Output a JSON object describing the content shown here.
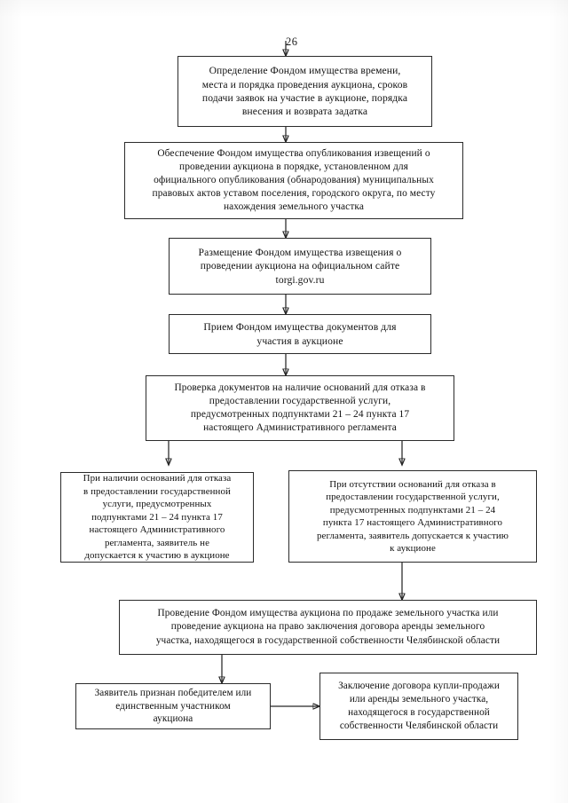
{
  "document": {
    "page_number": "26",
    "type": "administrative-regulation-flowchart"
  },
  "nodes": {
    "n1": {
      "label": "Определение Фондом имущества времени,\nместа и порядка проведения аукциона, сроков\nподачи заявок на участие в аукционе, порядка\nвнесения и возврата задатка"
    },
    "n2": {
      "label": "Обеспечение Фондом имущества опубликования извещений о\nпроведении аукциона в порядке, установленном для\nофициального опубликования (обнародования) муниципальных\nправовых актов уставом поселения, городского округа, по месту\nнахождения земельного участка"
    },
    "n3": {
      "label": "Размещение Фондом имущества извещения о\nпроведении аукциона на официальном сайте\ntorgi.gov.ru"
    },
    "n4": {
      "label": "Прием Фондом имущества документов для\nучастия в аукционе"
    },
    "n5": {
      "label": "Проверка документов на наличие оснований для отказа в\nпредоставлении государственной услуги,\nпредусмотренных подпунктами 21 – 24 пункта 17\nнастоящего Административного регламента"
    },
    "n6": {
      "label": "При наличии оснований для отказа\nв предоставлении государственной\nуслуги, предусмотренных\nподпунктами 21 – 24 пункта 17\nнастоящего Административного\nрегламента, заявитель не\nдопускается к участию в аукционе"
    },
    "n7": {
      "label": "При отсутствии оснований для отказа в\nпредоставлении государственной услуги,\nпредусмотренных подпунктами 21 – 24\nпункта 17 настоящего Административного\nрегламента, заявитель допускается к участию\nк аукционе"
    },
    "n8": {
      "label": "Проведение Фондом имущества аукциона  по продаже земельного участка или\nпроведение аукциона на право заключения договора аренды земельного\nучастка, находящегося в государственной  собственности Челябинской области"
    },
    "n9": {
      "label": "Заявитель признан победителем или\nединственным участником\nаукциона"
    },
    "n10": {
      "label": "Заключение договора купли-продажи\nили аренды земельного участка,\nнаходящегося в государственной\nсобственности Челябинской области"
    }
  },
  "colors": {
    "ink": "#262626",
    "paper": "#ffffff"
  }
}
